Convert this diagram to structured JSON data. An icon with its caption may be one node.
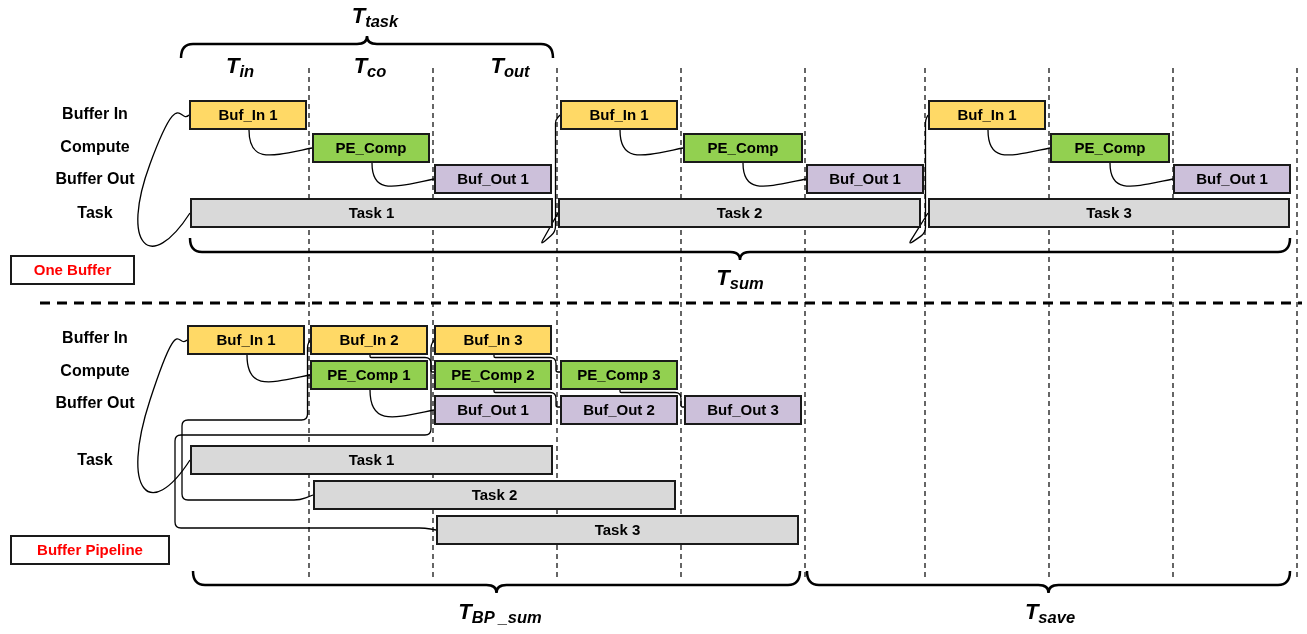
{
  "diagram": {
    "nodes": [
      {
        "text": [
          "Buf_In 1"
        ]
      },
      {
        "text": [
          "PE_Comp"
        ]
      },
      {
        "text": [
          "Buf_Out 1"
        ]
      },
      {
        "text": [
          "Task 1"
        ]
      },
      {
        "text": [
          "Buf_In 1"
        ]
      },
      {
        "text": [
          "PE_Comp"
        ]
      },
      {
        "text": [
          "Buf_Out 1"
        ]
      },
      {
        "text": [
          "Task 2"
        ]
      },
      {
        "text": [
          "Buf_In 1"
        ]
      },
      {
        "text": [
          "PE_Comp"
        ]
      },
      {
        "text": [
          "Buf_Out 1"
        ]
      },
      {
        "text": [
          "Task 3"
        ]
      },
      {
        "text": [
          "One Buffer"
        ]
      },
      {
        "text": [
          "Buf_In 1"
        ]
      },
      {
        "text": [
          "Buf_In 2"
        ]
      },
      {
        "text": [
          "Buf_In 3"
        ]
      },
      {
        "text": [
          "PE_Comp 1"
        ]
      },
      {
        "text": [
          "PE_Comp 2"
        ]
      },
      {
        "text": [
          "PE_Comp 3"
        ]
      },
      {
        "text": [
          "Buf_Out 1"
        ]
      },
      {
        "text": [
          "Buf_Out 2"
        ]
      },
      {
        "text": [
          "Buf_Out 3"
        ]
      },
      {
        "text": [
          "Task 1"
        ]
      },
      {
        "text": [
          "Task 2"
        ]
      },
      {
        "text": [
          "Task 3"
        ]
      },
      {
        "text": [
          "Buffer Pipeline"
        ]
      }
    ],
    "edges": [
      {
        "from": 0,
        "to": 1,
        "arrow": "none"
      },
      {
        "from": 1,
        "to": 2,
        "arrow": "none"
      },
      {
        "from": 3,
        "to": 0,
        "arrow": "none"
      },
      {
        "from": 4,
        "to": 5,
        "arrow": "none"
      },
      {
        "from": 5,
        "to": 6,
        "arrow": "none"
      },
      {
        "from": 7,
        "to": 4,
        "arrow": "none"
      },
      {
        "from": 8,
        "to": 9,
        "arrow": "none"
      },
      {
        "from": 9,
        "to": 10,
        "arrow": "none"
      },
      {
        "from": 11,
        "to": 8,
        "arrow": "none"
      },
      {
        "from": 13,
        "to": 16,
        "arrow": "none"
      },
      {
        "from": 14,
        "to": 17,
        "arrow": "none"
      },
      {
        "from": 15,
        "to": 18,
        "arrow": "none"
      },
      {
        "from": 16,
        "to": 19,
        "arrow": "none"
      },
      {
        "from": 17,
        "to": 20,
        "arrow": "none"
      },
      {
        "from": 18,
        "to": 21,
        "arrow": "none"
      },
      {
        "from": 22,
        "to": 13,
        "arrow": "none"
      },
      {
        "from": 23,
        "to": 14,
        "arrow": "none"
      },
      {
        "from": 24,
        "to": 15,
        "arrow": "none"
      }
    ],
    "labels": [
      "T$_{task}$",
      "T$_{in}$",
      "T$_{co}$",
      "T$_{out}$",
      "Buffer In",
      "Compute",
      "Buffer Out",
      "Task",
      "T$_{sum}$",
      "Buffer In",
      "Compute",
      "Buffer Out",
      "Task",
      "T$_{BP _sum}$",
      "T$_{save}$"
    ]
  }
}
